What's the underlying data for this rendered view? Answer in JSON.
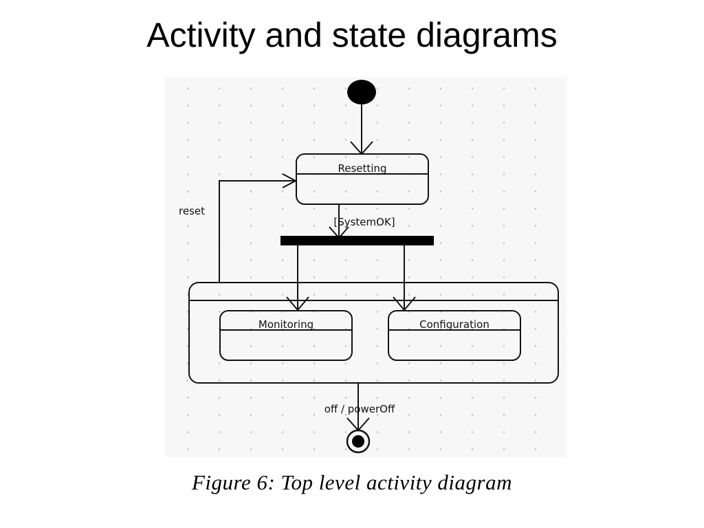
{
  "slide": {
    "title": "Activity and state diagrams"
  },
  "diagram": {
    "states": {
      "resetting": "Resetting",
      "monitoring": "Monitoring",
      "configuration": "Configuration"
    },
    "transitions": {
      "system_ok": "[SystemOK]",
      "reset": "reset",
      "off": "off / powerOff"
    }
  },
  "caption": "Figure 6: Top level activity diagram"
}
